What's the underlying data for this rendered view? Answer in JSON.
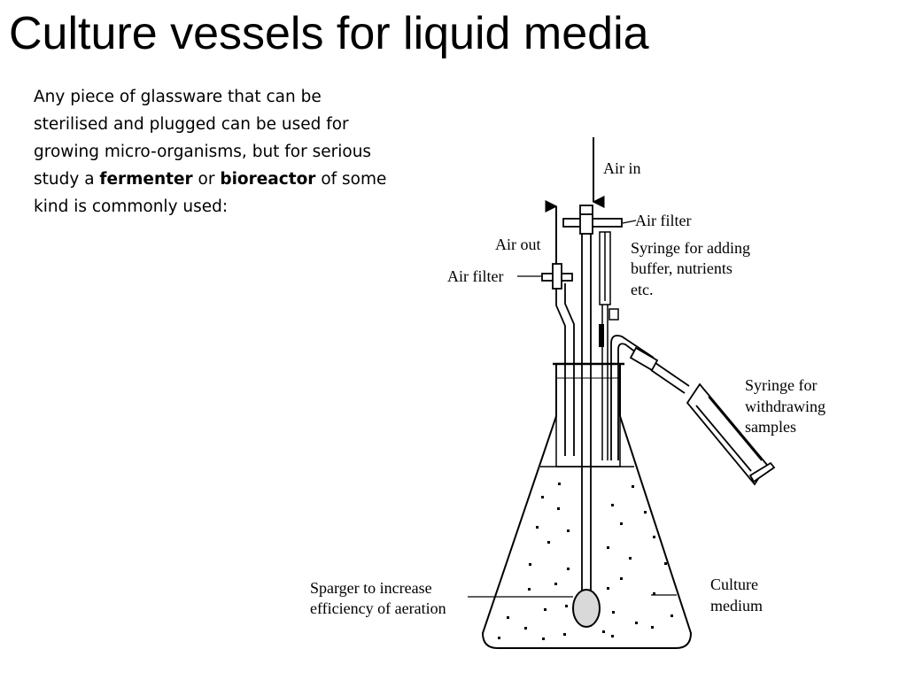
{
  "slide": {
    "title": "Culture vessels for liquid media",
    "paragraph": {
      "part1": "Any piece of glassware that can be sterilised and plugged can be used for growing micro-organisms, but for serious study a ",
      "bold1": "fermenter",
      "part2": " or ",
      "bold2": "bioreactor",
      "part3": " of some kind is commonly used:"
    }
  },
  "diagram": {
    "labels": {
      "air_in": "Air in",
      "air_filter_top": "Air filter",
      "air_out": "Air out",
      "air_filter_left": "Air filter",
      "syringe_add_1": "Syringe for adding",
      "syringe_add_2": "buffer, nutrients",
      "syringe_add_3": "etc.",
      "syringe_withdraw_1": "Syringe for",
      "syringe_withdraw_2": "withdrawing",
      "syringe_withdraw_3": "samples",
      "culture_1": "Culture",
      "culture_2": "medium",
      "sparger_1": "Sparger to increase",
      "sparger_2": "efficiency of aeration"
    }
  }
}
